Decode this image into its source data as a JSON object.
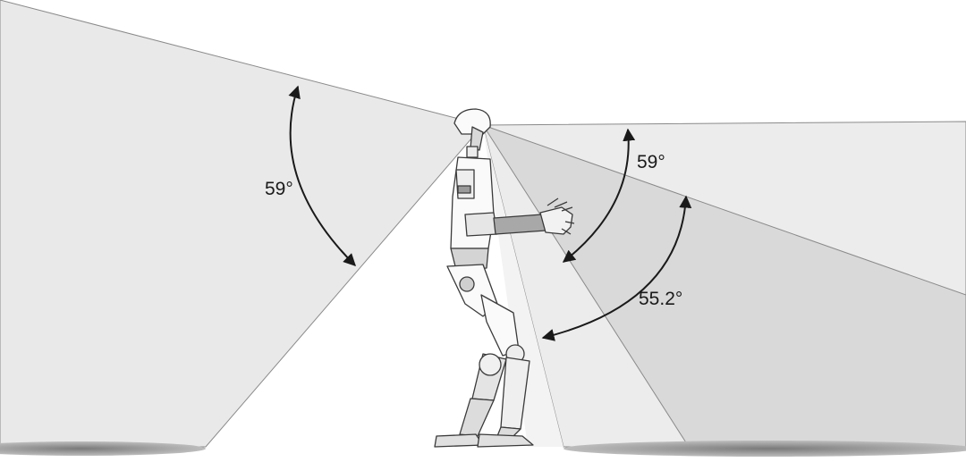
{
  "labels": {
    "left_angle": "59°",
    "right_upper_angle": "59°",
    "right_lower_angle": "55.2°"
  },
  "colors": {
    "light_cone": "#e8e8e8",
    "mid_cone": "#dcdcdc",
    "dark_cone": "#cfcfcf",
    "ground_shadow": "#8c8c8c",
    "outline": "#6e6e6e",
    "arrow": "#1a1a1a"
  },
  "figure": {
    "subject_icon": "humanoid-robot-icon",
    "fov_angles_deg": [
      59,
      59,
      55.2
    ]
  }
}
